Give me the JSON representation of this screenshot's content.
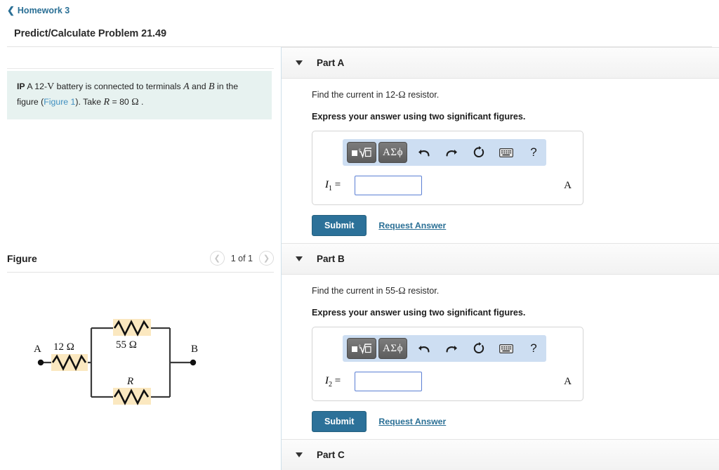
{
  "header": {
    "back_label": "Homework 3",
    "back_chevron": "chevron-left-icon",
    "problem_title": "Predict/Calculate Problem 21.49"
  },
  "statement": {
    "prefix_bold": "IP",
    "text_1": " A 12-",
    "var_v": "V",
    "text_2": " battery is connected to terminals ",
    "var_a": "A",
    "text_3": " and ",
    "var_b": "B",
    "text_4": " in the figure (",
    "figure_link": "Figure 1",
    "text_5": "). Take ",
    "var_r": "R",
    "text_6": " = 80 ",
    "ohm": "Ω",
    "text_7": " ."
  },
  "figure": {
    "title": "Figure",
    "prev_icon": "chevron-left-icon",
    "next_icon": "chevron-right-icon",
    "count_label": "1 of 1",
    "circuit": {
      "terminal_a": "A",
      "terminal_b": "B",
      "resistor_series": "12 Ω",
      "resistor_top": "55 Ω",
      "resistor_bottom": "R"
    }
  },
  "toolbar": {
    "template_button": "template-icon",
    "greek_button": "ΑΣϕ",
    "undo_icon": "undo-icon",
    "redo_icon": "redo-icon",
    "reset_icon": "reset-icon",
    "keyboard_icon": "keyboard-icon",
    "help_icon": "?"
  },
  "actions": {
    "submit_label": "Submit",
    "request_label": "Request Answer"
  },
  "parts": [
    {
      "label": "Part A",
      "prompt_pre": "Find the current in 12-",
      "prompt_ohm": "Ω",
      "prompt_post": " resistor.",
      "instruction": "Express your answer using two significant figures.",
      "answer_var": "I",
      "answer_sub": "1",
      "answer_eq": "=",
      "answer_value": "",
      "unit": "A"
    },
    {
      "label": "Part B",
      "prompt_pre": "Find the current in 55-",
      "prompt_ohm": "Ω",
      "prompt_post": " resistor.",
      "instruction": "Express your answer using two significant figures.",
      "answer_var": "I",
      "answer_sub": "2",
      "answer_eq": "=",
      "answer_value": "",
      "unit": "A"
    },
    {
      "label": "Part C"
    }
  ],
  "colors": {
    "link": "#2a6f95",
    "submit_bg": "#2c7199",
    "statement_bg": "#e7f2f0",
    "toolbar_bg": "#cddef2",
    "resistor_highlight": "#fbe8c0",
    "input_border": "#5b7fd4"
  }
}
